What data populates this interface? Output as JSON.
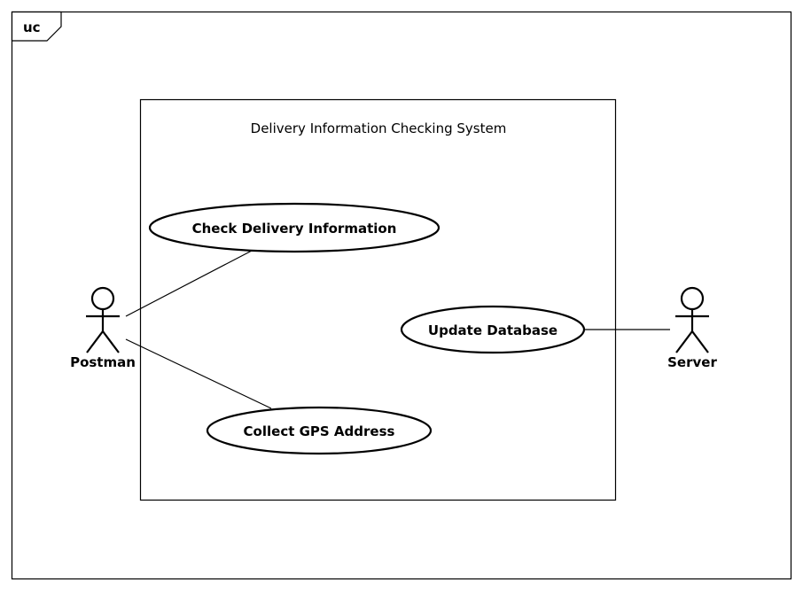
{
  "frame": {
    "tag": "uc"
  },
  "system": {
    "title": "Delivery Information Checking System"
  },
  "actors": {
    "postman": "Postman",
    "server": "Server"
  },
  "use_cases": {
    "check_delivery": "Check Delivery Information",
    "update_database": "Update Database",
    "collect_gps": "Collect GPS Address"
  }
}
